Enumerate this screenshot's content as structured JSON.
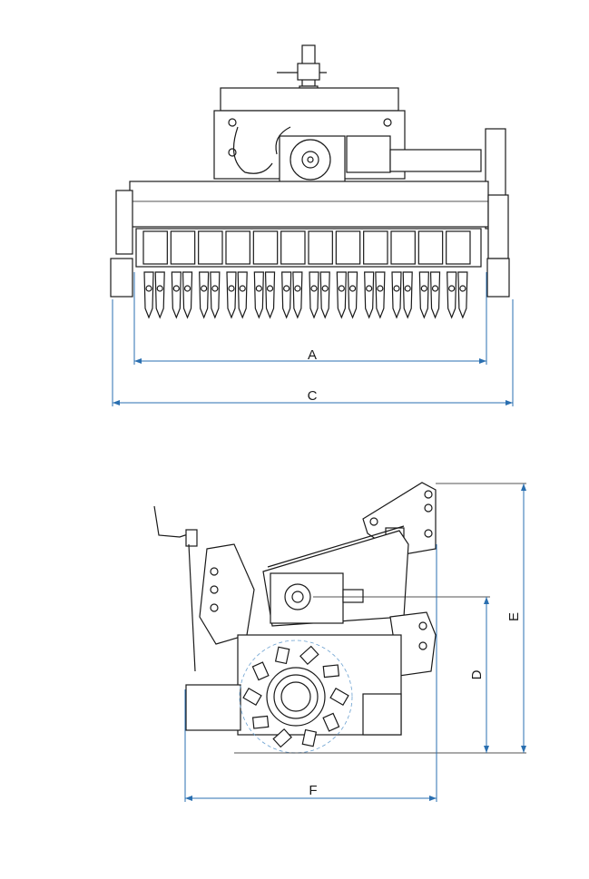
{
  "front_view": {
    "tine_groups": 12,
    "dimension_labels": {
      "a": "A",
      "c": "C"
    }
  },
  "side_view": {
    "dimension_labels": {
      "d": "D",
      "e": "E",
      "f": "F"
    },
    "gearbox_text": ""
  },
  "colors": {
    "line": "#1a1a1a",
    "dimension": "#2a6fb0",
    "centerline": "#6aa0d0"
  }
}
